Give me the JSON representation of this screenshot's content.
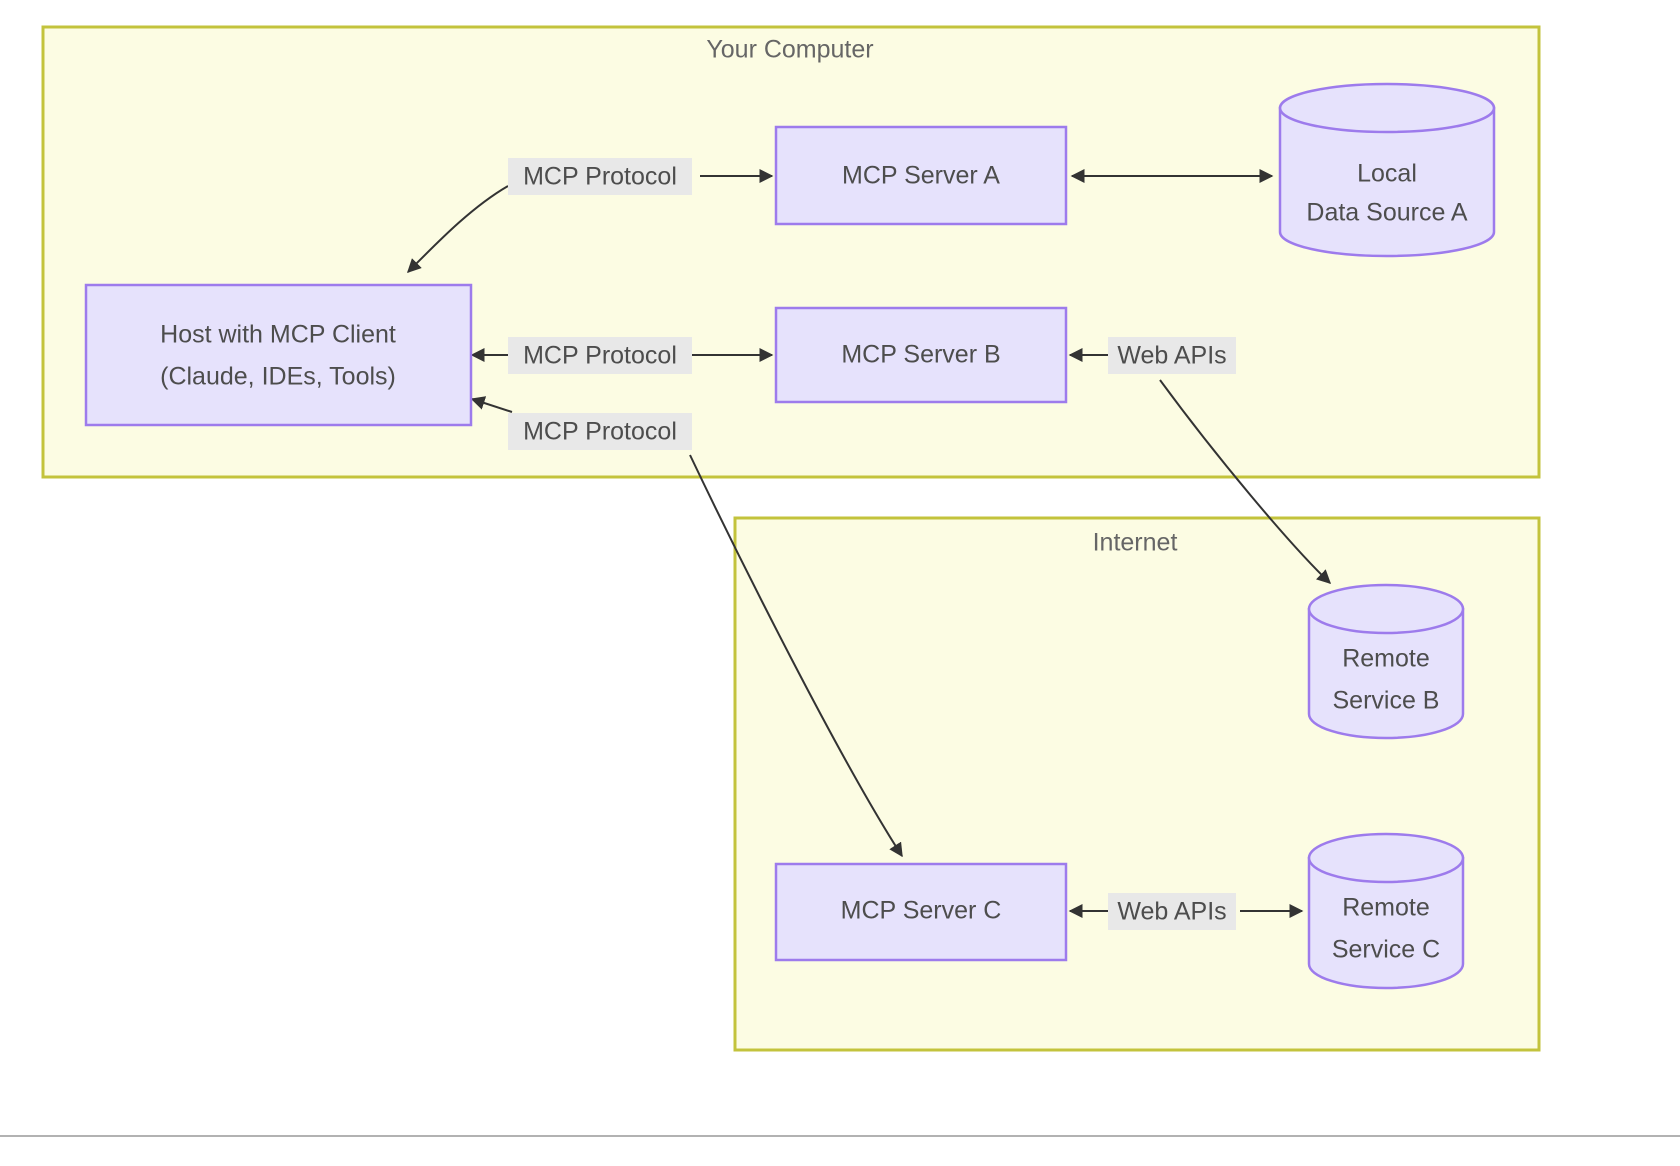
{
  "diagram": {
    "type": "architecture-diagram",
    "title_visible": false,
    "groups": [
      {
        "id": "your-computer",
        "label": "Your Computer"
      },
      {
        "id": "internet",
        "label": "Internet"
      }
    ],
    "nodes": [
      {
        "id": "host",
        "label_line1": "Host with MCP Client",
        "label_line2": "(Claude, IDEs, Tools)",
        "shape": "rect",
        "group": "your-computer"
      },
      {
        "id": "server-a",
        "label_line1": "MCP Server A",
        "label_line2": "",
        "shape": "rect",
        "group": "your-computer"
      },
      {
        "id": "server-b",
        "label_line1": "MCP Server B",
        "label_line2": "",
        "shape": "rect",
        "group": "your-computer"
      },
      {
        "id": "server-c",
        "label_line1": "MCP Server C",
        "label_line2": "",
        "shape": "rect",
        "group": "internet"
      },
      {
        "id": "local-data-a",
        "label_line1": "Local",
        "label_line2": "Data Source A",
        "shape": "cylinder",
        "group": "your-computer"
      },
      {
        "id": "remote-b",
        "label_line1": "Remote",
        "label_line2": "Service B",
        "shape": "cylinder",
        "group": "internet"
      },
      {
        "id": "remote-c",
        "label_line1": "Remote",
        "label_line2": "Service C",
        "shape": "cylinder",
        "group": "internet"
      }
    ],
    "edges": [
      {
        "id": "host-server-a",
        "label": "MCP Protocol",
        "from": "host",
        "to": "server-a",
        "direction": "both"
      },
      {
        "id": "host-server-b",
        "label": "MCP Protocol",
        "from": "host",
        "to": "server-b",
        "direction": "both"
      },
      {
        "id": "host-server-c",
        "label": "MCP Protocol",
        "from": "host",
        "to": "server-c",
        "direction": "both"
      },
      {
        "id": "server-a-local-data-a",
        "label": "",
        "from": "server-a",
        "to": "local-data-a",
        "direction": "both"
      },
      {
        "id": "server-b-remote-b",
        "label": "Web APIs",
        "from": "server-b",
        "to": "remote-b",
        "direction": "both"
      },
      {
        "id": "server-c-remote-c",
        "label": "Web APIs",
        "from": "server-c",
        "to": "remote-c",
        "direction": "both"
      }
    ],
    "colors": {
      "group_fill": "#fcfce3",
      "group_stroke": "#c3c33c",
      "node_fill": "#e6e2fc",
      "node_stroke": "#9d7bec",
      "edge_stroke": "#333333",
      "label_bg": "#e8e8e8",
      "text": "#4d4d4d",
      "page_bg": "#ffffff"
    }
  }
}
